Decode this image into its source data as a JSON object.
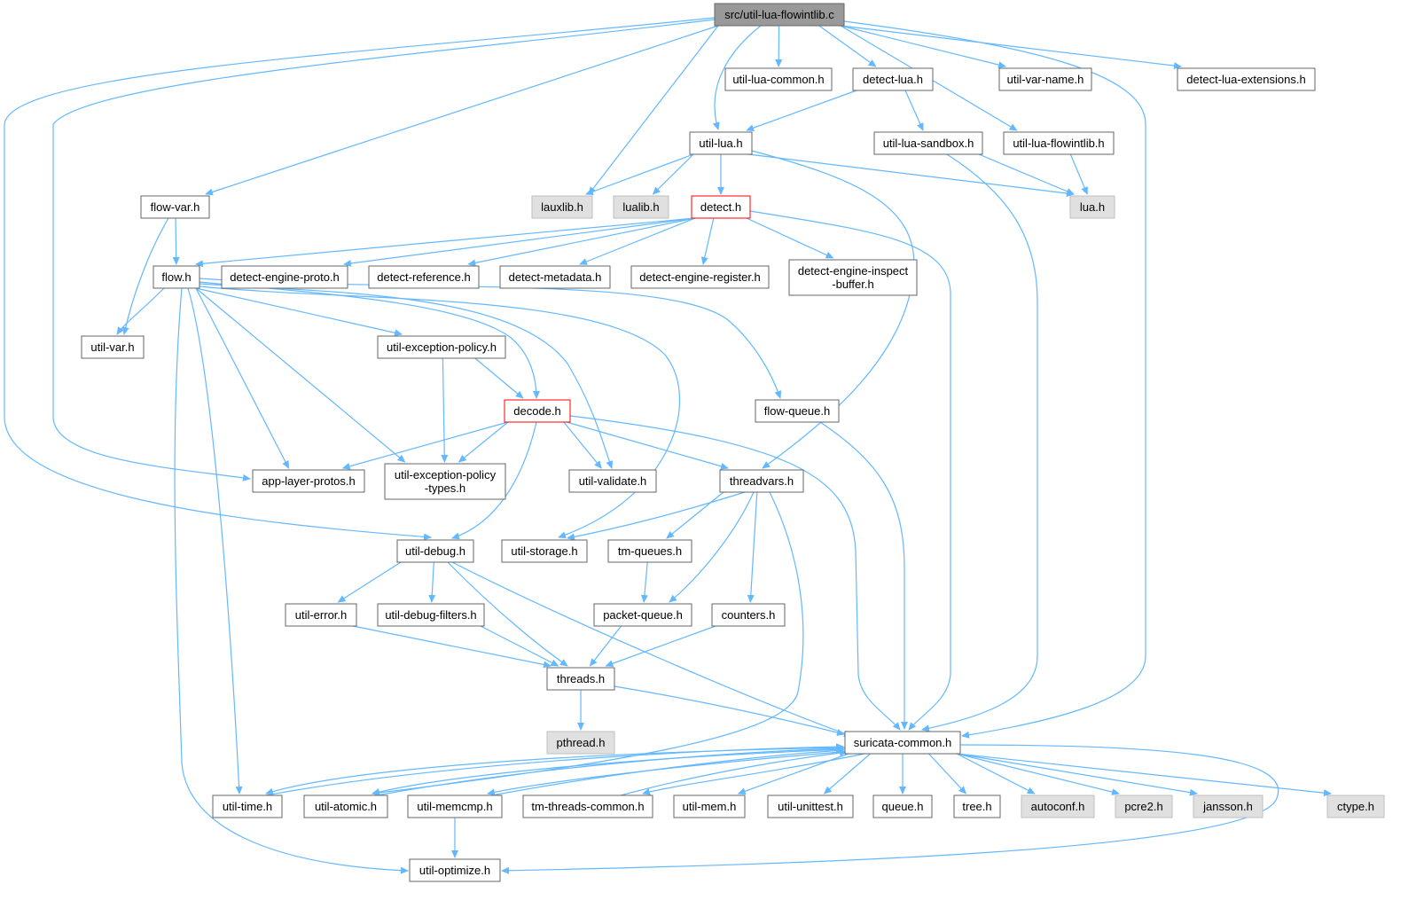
{
  "graph": {
    "colors": {
      "edge": "#63b8ff",
      "node_border": "#666666",
      "root_fill": "#999999",
      "missing_fill": "#e0e0e0",
      "highlight_border": "#ff0000",
      "node_fill": "#ffffff"
    },
    "nodes": [
      {
        "id": "root",
        "lines": [
          "src/util-lua-flowintlib.c"
        ],
        "kind": "root"
      },
      {
        "id": "util-lua-common",
        "lines": [
          "util-lua-common.h"
        ],
        "kind": "normal"
      },
      {
        "id": "detect-lua",
        "lines": [
          "detect-lua.h"
        ],
        "kind": "normal"
      },
      {
        "id": "util-var-name",
        "lines": [
          "util-var-name.h"
        ],
        "kind": "normal"
      },
      {
        "id": "detect-lua-extensions",
        "lines": [
          "detect-lua-extensions.h"
        ],
        "kind": "normal"
      },
      {
        "id": "util-lua",
        "lines": [
          "util-lua.h"
        ],
        "kind": "normal"
      },
      {
        "id": "util-lua-sandbox",
        "lines": [
          "util-lua-sandbox.h"
        ],
        "kind": "normal"
      },
      {
        "id": "util-lua-flowintlib",
        "lines": [
          "util-lua-flowintlib.h"
        ],
        "kind": "normal"
      },
      {
        "id": "flow-var",
        "lines": [
          "flow-var.h"
        ],
        "kind": "normal"
      },
      {
        "id": "lauxlib",
        "lines": [
          "lauxlib.h"
        ],
        "kind": "missing"
      },
      {
        "id": "lualib",
        "lines": [
          "lualib.h"
        ],
        "kind": "missing"
      },
      {
        "id": "detect",
        "lines": [
          "detect.h"
        ],
        "kind": "highlight"
      },
      {
        "id": "lua",
        "lines": [
          "lua.h"
        ],
        "kind": "missing"
      },
      {
        "id": "flow",
        "lines": [
          "flow.h"
        ],
        "kind": "normal"
      },
      {
        "id": "detect-engine-proto",
        "lines": [
          "detect-engine-proto.h"
        ],
        "kind": "normal"
      },
      {
        "id": "detect-reference",
        "lines": [
          "detect-reference.h"
        ],
        "kind": "normal"
      },
      {
        "id": "detect-metadata",
        "lines": [
          "detect-metadata.h"
        ],
        "kind": "normal"
      },
      {
        "id": "detect-engine-register",
        "lines": [
          "detect-engine-register.h"
        ],
        "kind": "normal"
      },
      {
        "id": "detect-engine-inspect-buffer",
        "lines": [
          "detect-engine-inspect",
          "-buffer.h"
        ],
        "kind": "normal"
      },
      {
        "id": "util-var",
        "lines": [
          "util-var.h"
        ],
        "kind": "normal"
      },
      {
        "id": "util-exception-policy",
        "lines": [
          "util-exception-policy.h"
        ],
        "kind": "normal"
      },
      {
        "id": "decode",
        "lines": [
          "decode.h"
        ],
        "kind": "highlight"
      },
      {
        "id": "flow-queue",
        "lines": [
          "flow-queue.h"
        ],
        "kind": "normal"
      },
      {
        "id": "app-layer-protos",
        "lines": [
          "app-layer-protos.h"
        ],
        "kind": "normal"
      },
      {
        "id": "util-exception-policy-types",
        "lines": [
          "util-exception-policy",
          "-types.h"
        ],
        "kind": "normal"
      },
      {
        "id": "util-validate",
        "lines": [
          "util-validate.h"
        ],
        "kind": "normal"
      },
      {
        "id": "threadvars",
        "lines": [
          "threadvars.h"
        ],
        "kind": "normal"
      },
      {
        "id": "util-debug",
        "lines": [
          "util-debug.h"
        ],
        "kind": "normal"
      },
      {
        "id": "util-storage",
        "lines": [
          "util-storage.h"
        ],
        "kind": "normal"
      },
      {
        "id": "tm-queues",
        "lines": [
          "tm-queues.h"
        ],
        "kind": "normal"
      },
      {
        "id": "util-error",
        "lines": [
          "util-error.h"
        ],
        "kind": "normal"
      },
      {
        "id": "util-debug-filters",
        "lines": [
          "util-debug-filters.h"
        ],
        "kind": "normal"
      },
      {
        "id": "packet-queue",
        "lines": [
          "packet-queue.h"
        ],
        "kind": "normal"
      },
      {
        "id": "counters",
        "lines": [
          "counters.h"
        ],
        "kind": "normal"
      },
      {
        "id": "threads",
        "lines": [
          "threads.h"
        ],
        "kind": "normal"
      },
      {
        "id": "pthread",
        "lines": [
          "pthread.h"
        ],
        "kind": "missing"
      },
      {
        "id": "suricata-common",
        "lines": [
          "suricata-common.h"
        ],
        "kind": "normal"
      },
      {
        "id": "util-time",
        "lines": [
          "util-time.h"
        ],
        "kind": "normal"
      },
      {
        "id": "util-atomic",
        "lines": [
          "util-atomic.h"
        ],
        "kind": "normal"
      },
      {
        "id": "util-memcmp",
        "lines": [
          "util-memcmp.h"
        ],
        "kind": "normal"
      },
      {
        "id": "tm-threads-common",
        "lines": [
          "tm-threads-common.h"
        ],
        "kind": "normal"
      },
      {
        "id": "util-mem",
        "lines": [
          "util-mem.h"
        ],
        "kind": "normal"
      },
      {
        "id": "util-unittest",
        "lines": [
          "util-unittest.h"
        ],
        "kind": "normal"
      },
      {
        "id": "queue",
        "lines": [
          "queue.h"
        ],
        "kind": "normal"
      },
      {
        "id": "tree",
        "lines": [
          "tree.h"
        ],
        "kind": "normal"
      },
      {
        "id": "autoconf",
        "lines": [
          "autoconf.h"
        ],
        "kind": "missing"
      },
      {
        "id": "pcre2",
        "lines": [
          "pcre2.h"
        ],
        "kind": "missing"
      },
      {
        "id": "jansson",
        "lines": [
          "jansson.h"
        ],
        "kind": "missing"
      },
      {
        "id": "ctype",
        "lines": [
          "ctype.h"
        ],
        "kind": "missing"
      },
      {
        "id": "util-optimize",
        "lines": [
          "util-optimize.h"
        ],
        "kind": "normal"
      }
    ],
    "edges": [
      [
        "root",
        "util-lua-common"
      ],
      [
        "root",
        "detect-lua"
      ],
      [
        "root",
        "util-var-name"
      ],
      [
        "root",
        "detect-lua-extensions"
      ],
      [
        "root",
        "util-lua"
      ],
      [
        "root",
        "util-lua-flowintlib"
      ],
      [
        "root",
        "flow-var"
      ],
      [
        "root",
        "lauxlib"
      ],
      [
        "root",
        "app-layer-protos"
      ],
      [
        "root",
        "util-debug"
      ],
      [
        "root",
        "suricata-common"
      ],
      [
        "detect-lua",
        "util-lua"
      ],
      [
        "detect-lua",
        "util-lua-sandbox"
      ],
      [
        "util-lua-sandbox",
        "lua"
      ],
      [
        "util-lua-sandbox",
        "suricata-common"
      ],
      [
        "util-lua-flowintlib",
        "lua"
      ],
      [
        "util-lua",
        "lauxlib"
      ],
      [
        "util-lua",
        "lualib"
      ],
      [
        "util-lua",
        "detect"
      ],
      [
        "util-lua",
        "lua"
      ],
      [
        "util-lua",
        "threadvars"
      ],
      [
        "flow-var",
        "flow"
      ],
      [
        "flow-var",
        "util-var"
      ],
      [
        "detect",
        "flow"
      ],
      [
        "detect",
        "detect-engine-proto"
      ],
      [
        "detect",
        "detect-reference"
      ],
      [
        "detect",
        "detect-metadata"
      ],
      [
        "detect",
        "detect-engine-register"
      ],
      [
        "detect",
        "detect-engine-inspect-buffer"
      ],
      [
        "detect",
        "suricata-common"
      ],
      [
        "flow",
        "util-var"
      ],
      [
        "flow",
        "util-exception-policy"
      ],
      [
        "flow",
        "decode"
      ],
      [
        "flow",
        "flow-queue"
      ],
      [
        "flow",
        "app-layer-protos"
      ],
      [
        "flow",
        "util-exception-policy-types"
      ],
      [
        "flow",
        "util-validate"
      ],
      [
        "flow",
        "util-storage"
      ],
      [
        "flow",
        "util-time"
      ],
      [
        "flow",
        "util-optimize"
      ],
      [
        "util-exception-policy",
        "decode"
      ],
      [
        "util-exception-policy",
        "util-exception-policy-types"
      ],
      [
        "decode",
        "app-layer-protos"
      ],
      [
        "decode",
        "util-exception-policy-types"
      ],
      [
        "decode",
        "util-validate"
      ],
      [
        "decode",
        "threadvars"
      ],
      [
        "decode",
        "util-debug"
      ],
      [
        "decode",
        "suricata-common"
      ],
      [
        "flow-queue",
        "suricata-common"
      ],
      [
        "threadvars",
        "util-storage"
      ],
      [
        "threadvars",
        "tm-queues"
      ],
      [
        "threadvars",
        "packet-queue"
      ],
      [
        "threadvars",
        "counters"
      ],
      [
        "threadvars",
        "util-atomic"
      ],
      [
        "tm-queues",
        "packet-queue"
      ],
      [
        "util-debug",
        "util-error"
      ],
      [
        "util-debug",
        "util-debug-filters"
      ],
      [
        "util-debug",
        "threads"
      ],
      [
        "util-debug",
        "suricata-common"
      ],
      [
        "util-error",
        "threads"
      ],
      [
        "util-debug-filters",
        "threads"
      ],
      [
        "packet-queue",
        "threads"
      ],
      [
        "counters",
        "threads"
      ],
      [
        "threads",
        "pthread"
      ],
      [
        "threads",
        "suricata-common"
      ],
      [
        "suricata-common",
        "util-time"
      ],
      [
        "suricata-common",
        "util-atomic"
      ],
      [
        "suricata-common",
        "util-memcmp"
      ],
      [
        "suricata-common",
        "tm-threads-common"
      ],
      [
        "suricata-common",
        "util-mem"
      ],
      [
        "suricata-common",
        "util-unittest"
      ],
      [
        "suricata-common",
        "queue"
      ],
      [
        "suricata-common",
        "tree"
      ],
      [
        "suricata-common",
        "autoconf"
      ],
      [
        "suricata-common",
        "pcre2"
      ],
      [
        "suricata-common",
        "jansson"
      ],
      [
        "suricata-common",
        "ctype"
      ],
      [
        "suricata-common",
        "util-optimize"
      ],
      [
        "util-time",
        "suricata-common"
      ],
      [
        "util-atomic",
        "suricata-common"
      ],
      [
        "util-memcmp",
        "suricata-common"
      ],
      [
        "tm-threads-common",
        "suricata-common"
      ],
      [
        "util-memcmp",
        "util-optimize"
      ]
    ]
  }
}
